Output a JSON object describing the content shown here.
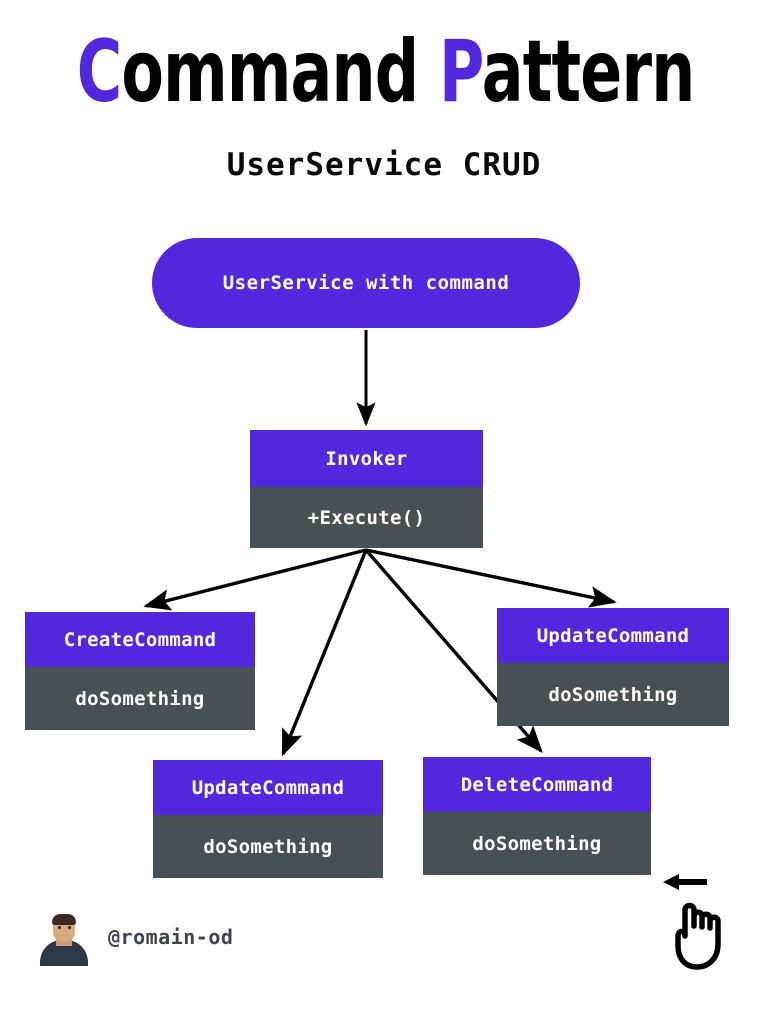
{
  "header": {
    "title_accent_1": "C",
    "title_rest_1": "ommand",
    "title_space": " ",
    "title_accent_2": "P",
    "title_rest_2": "attern",
    "title_full": "Command Pattern",
    "subtitle": "UserService CRUD"
  },
  "colors": {
    "accent_purple": "#5227DD",
    "slate_body": "#465055",
    "text_on_node": "#FFFFFF",
    "page_background": "#FFFFFF",
    "edge_stroke": "#000000",
    "handle_text": "#3D4550"
  },
  "diagram": {
    "type": "uml-class-hierarchy",
    "root": {
      "id": "userservice-with-command",
      "label": "UserService with command",
      "shape": "rounded-rect"
    },
    "invoker": {
      "id": "invoker",
      "name": "Invoker",
      "member": "+Execute()"
    },
    "commands": [
      {
        "id": "create-command",
        "name": "CreateCommand",
        "member": "doSomething"
      },
      {
        "id": "update-command-right",
        "name": "UpdateCommand",
        "member": "doSomething"
      },
      {
        "id": "update-command-bottom",
        "name": "UpdateCommand",
        "member": "doSomething"
      },
      {
        "id": "delete-command",
        "name": "DeleteCommand",
        "member": "doSomething"
      }
    ],
    "edges": [
      {
        "from": "userservice-with-command",
        "to": "invoker"
      },
      {
        "from": "invoker",
        "to": "create-command"
      },
      {
        "from": "invoker",
        "to": "update-command-right"
      },
      {
        "from": "invoker",
        "to": "update-command-bottom"
      },
      {
        "from": "invoker",
        "to": "delete-command"
      }
    ]
  },
  "footer": {
    "handle": "@romain-od",
    "avatar_alt": "profile-photo"
  },
  "hint": {
    "gesture": "swipe-left",
    "arrow_icon": "arrow-left-icon",
    "hand_icon": "pointing-hand-icon"
  }
}
